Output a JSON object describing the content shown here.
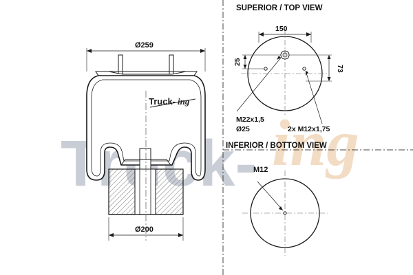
{
  "watermark": {
    "text_main": "Truck-",
    "text_script": "ing",
    "main_color": "#c9cdd6",
    "script_color": "#f3dcc4"
  },
  "logo": {
    "text_main": "Truck-",
    "text_script": "ing",
    "color": "#222222"
  },
  "side_view": {
    "dim_top": "Ø259",
    "dim_bottom": "Ø200"
  },
  "top_view": {
    "heading": "SUPERIOR / TOP VIEW",
    "dim_width": "150",
    "dim_left": "25",
    "dim_right": "73",
    "label_thread": "M22x1,5",
    "label_diameter": "Ø25",
    "label_studs": "2x M12x1,75"
  },
  "bottom_view": {
    "heading": "INFERIOR / BOTTOM VIEW",
    "label_thread": "M12"
  },
  "colors": {
    "line": "#1a1a1a",
    "hatch": "#777777",
    "divider": "#444444"
  }
}
